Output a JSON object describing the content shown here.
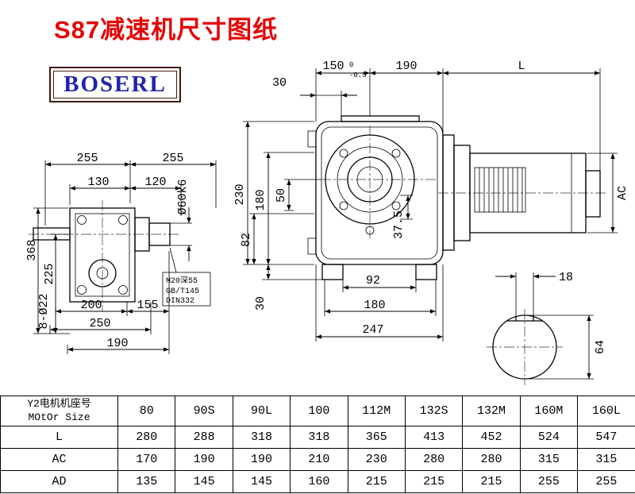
{
  "header": {
    "title": "S87减速机尺寸图纸",
    "logo_text": "BOSERL"
  },
  "colors": {
    "title_red": "#e60000",
    "logo_blue": "#2323ad",
    "logo_border_maroon": "#44190f",
    "line_black": "#000000"
  },
  "side_view": {
    "dim_top_left": "255",
    "dim_top_right": "255",
    "dim_130": "130",
    "dim_120": "120",
    "dim_368": "368",
    "dim_225": "225",
    "dim_holes": "8-Ø22",
    "dim_200": "200",
    "dim_155": "155",
    "dim_250": "250",
    "dim_190": "190",
    "dim_shaft": "Ø60k6",
    "note_line1": "M20深55",
    "note_line2": "GB/T145",
    "note_line3": "DIN332"
  },
  "front_view": {
    "dim_150": "150",
    "dim_150_tol_top": "0",
    "dim_150_tol_bottom": "-0.5",
    "dim_190": "190",
    "dim_L": "L",
    "dim_30_top": "30",
    "dim_230": "230",
    "dim_180_left": "180",
    "dim_50": "50",
    "dim_82": "82",
    "dim_37_5": "37.5",
    "dim_30_bottom": "30",
    "dim_92": "92",
    "dim_180_bottom": "180",
    "dim_247": "247",
    "dim_AC": "AC"
  },
  "shaft_view": {
    "dim_18": "18",
    "dim_64": "64"
  },
  "table": {
    "row_header_line1": "Y2电机机座号",
    "row_header_line2": "MOtOr Size",
    "columns": [
      "80",
      "90S",
      "90L",
      "100",
      "112M",
      "132S",
      "132M",
      "160M",
      "160L"
    ],
    "rows": [
      {
        "label": "L",
        "values": [
          "280",
          "288",
          "318",
          "318",
          "365",
          "413",
          "452",
          "524",
          "547"
        ]
      },
      {
        "label": "AC",
        "values": [
          "170",
          "190",
          "190",
          "210",
          "230",
          "280",
          "280",
          "315",
          "315"
        ]
      },
      {
        "label": "AD",
        "values": [
          "135",
          "145",
          "145",
          "160",
          "215",
          "215",
          "215",
          "255",
          "255"
        ]
      }
    ]
  }
}
